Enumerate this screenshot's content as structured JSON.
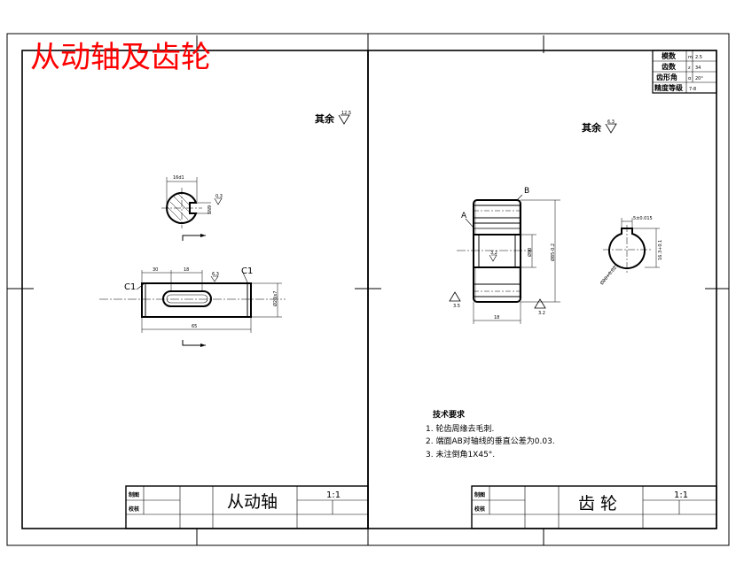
{
  "header": {
    "title": "从动轴及齿轮",
    "title_color": "#ff0000"
  },
  "shaft_sheet": {
    "roughness_note": "其余",
    "roughness_value": "12.5",
    "dims": {
      "key_depth": "16d1",
      "key_height": "0.3",
      "key_width": "5N9",
      "seg_a": "30",
      "seg_b": "18",
      "key_rough": "6.3",
      "chamfer_left": "C1",
      "chamfer_right": "C1",
      "diameter": "Ø20js7",
      "total_length": "65"
    },
    "title_block": {
      "label_draw": "制图",
      "label_check": "校核",
      "name": "从动轴",
      "scale": "1:1"
    }
  },
  "gear_sheet": {
    "param_table": [
      {
        "label": "模数",
        "sym": "m",
        "value": "2.5"
      },
      {
        "label": "齿数",
        "sym": "z",
        "value": "34"
      },
      {
        "label": "齿形角",
        "sym": "α",
        "value": "20°"
      },
      {
        "label": "精度等级",
        "sym": "",
        "value": "7-8"
      }
    ],
    "roughness_note": "其余",
    "roughness_value": "6.3",
    "datum_a": "A",
    "datum_b": "B",
    "dims": {
      "outside_dia": "Ø90",
      "pitch_dia": "Ø85-0.2",
      "width": "18",
      "rough_face_left": "3.5",
      "rough_face_right": "3.2",
      "rough_inner": "3.2",
      "keyway_width": "5±0.015",
      "keyway_depth": "16.3+0.1",
      "bore": "Ø20+0.021"
    },
    "tech_req": {
      "title": "技术要求",
      "items": [
        "1. 轮齿周缘去毛刺.",
        "2. 端面AB对轴线的垂直公差为0.03.",
        "3. 未注倒角1X45°."
      ]
    },
    "title_block": {
      "label_draw": "制图",
      "label_check": "校核",
      "name": "齿 轮",
      "scale": "1:1"
    }
  }
}
